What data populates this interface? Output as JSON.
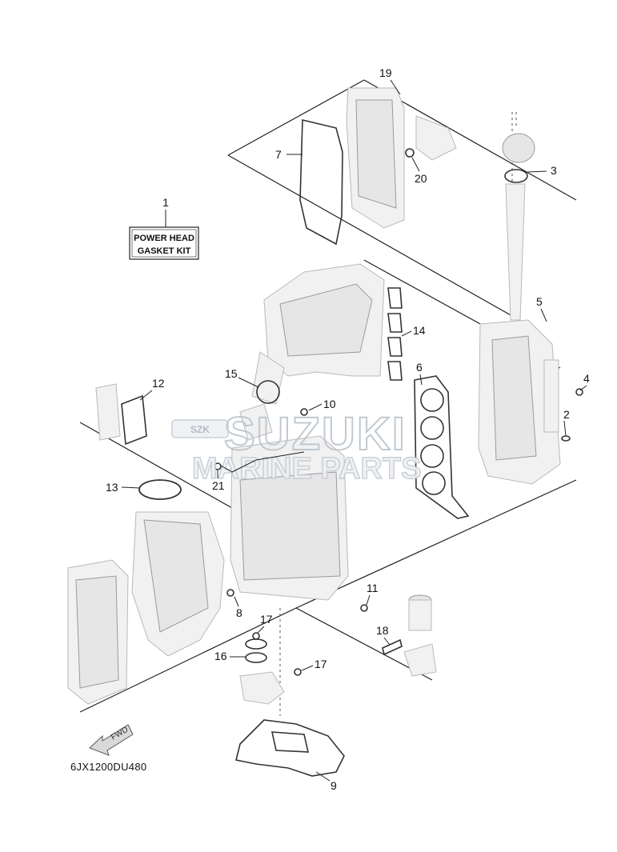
{
  "kit_label": {
    "callout": "1",
    "line1": "POWER HEAD",
    "line2": "GASKET KIT"
  },
  "callouts": {
    "c2": "2",
    "c3": "3",
    "c4": "4",
    "c5": "5",
    "c6": "6",
    "c7": "7",
    "c8": "8",
    "c9": "9",
    "c10": "10",
    "c11": "11",
    "c12": "12",
    "c13": "13",
    "c14": "14",
    "c15": "15",
    "c16": "16",
    "c17a": "17",
    "c17b": "17",
    "c18": "18",
    "c19": "19",
    "c20": "20",
    "c21": "21"
  },
  "fwd_arrow": {
    "text": "FWD"
  },
  "diagram_code": "6JX1200DU480",
  "watermark": {
    "brand": "SUZUKI",
    "sub": "MARINE PARTS",
    "badge": "SZK"
  }
}
